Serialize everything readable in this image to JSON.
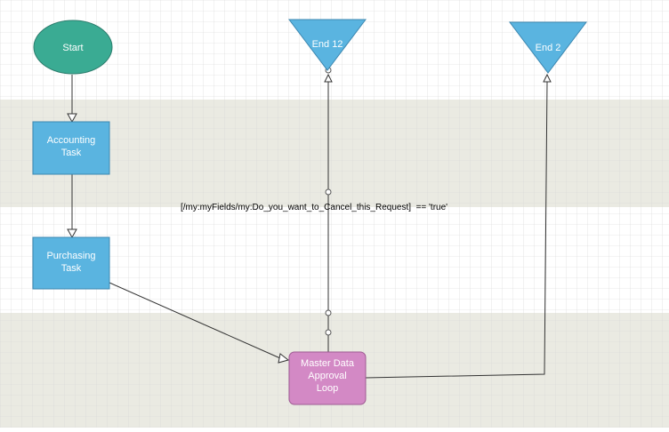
{
  "nodes": {
    "start": {
      "label": "Start"
    },
    "accounting": {
      "lines": [
        "Accounting",
        "Task"
      ]
    },
    "purchasing": {
      "lines": [
        "Purchasing",
        "Task"
      ]
    },
    "master": {
      "lines": [
        "Master Data",
        "Approval",
        "Loop"
      ]
    },
    "end12": {
      "label": "End 12"
    },
    "end2": {
      "label": "End 2"
    }
  },
  "connections": {
    "cancel_condition": "[/my:myFields/my:Do_you_want_to_Cancel_this_Request]  == 'true'"
  },
  "colors": {
    "start_fill": "#3aab93",
    "task_fill": "#5ab4e0",
    "end_fill": "#5ab4e0",
    "loop_fill": "#d389c5",
    "band_fill": "#eaeae2",
    "grid_line": "#d6d6d6"
  }
}
